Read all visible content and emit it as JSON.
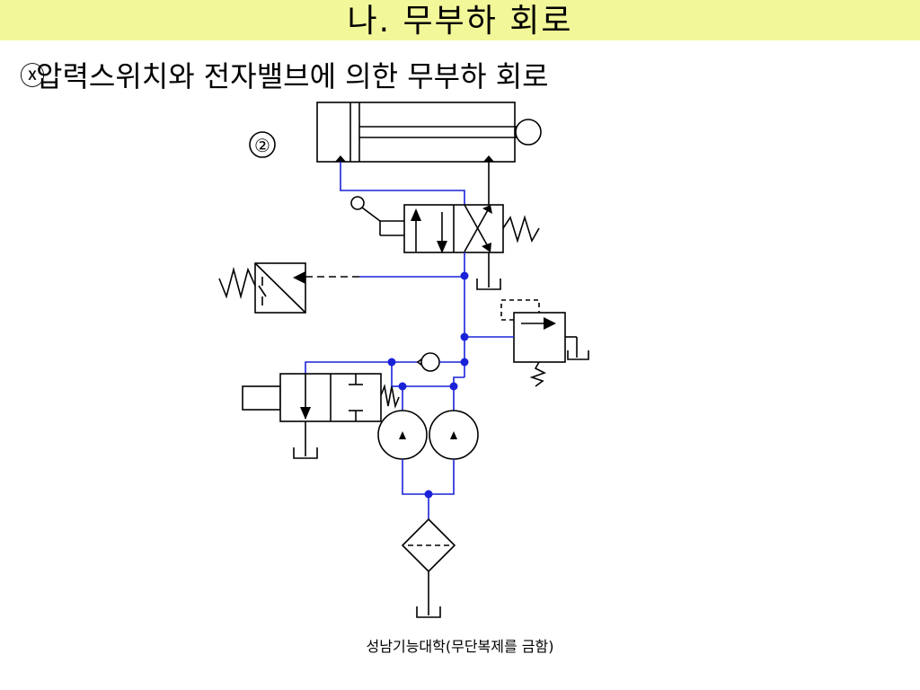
{
  "slide": {
    "title": "나. 무부하 회로",
    "subtitle_bullet": "ⓧ",
    "subtitle": "압력스위치와 전자밸브에 의한 무부하 회로",
    "footer": "성남기능대학(무단복제를 금함)"
  },
  "diagram": {
    "label": "②",
    "line_color": "#1a22d8"
  }
}
